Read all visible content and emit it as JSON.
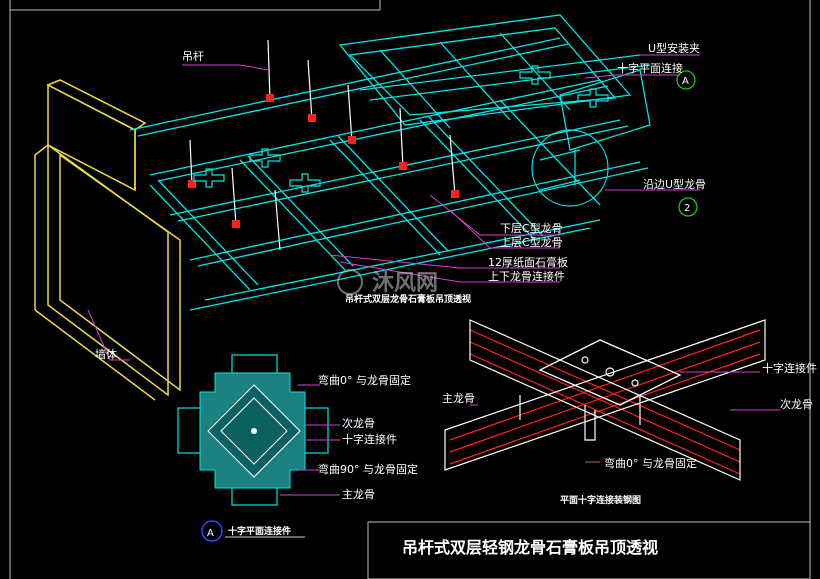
{
  "drawing": {
    "title": "吊杆式双层轻钢龙骨石膏板吊顶透视",
    "main_caption": "吊杆式双层龙骨石膏板吊顶透视",
    "labels": {
      "hanger_rod": "吊杆",
      "u_clip": "U型安装夹",
      "cross_plane_connector": "十字平面连接",
      "edge_u_keel": "沿边U型龙骨",
      "lower_c_keel": "下层C型龙骨",
      "upper_c_keel": "上层C型龙骨",
      "gypsum_board": "12厚纸面石膏板",
      "upper_lower_connector": "上下龙骨连接件",
      "wall": "墙体"
    },
    "detail_a": {
      "marker": "A",
      "caption": "十字平面连接件",
      "bend_top": "弯曲0°  与龙骨固定",
      "secondary_keel": "次龙骨",
      "cross_connector": "十字连接件",
      "bend_bottom": "弯曲90°  与龙骨固定",
      "main_keel": "主龙骨"
    },
    "detail_b": {
      "caption": "平面十字连接装钢图",
      "cross_connector": "十字连接件",
      "secondary_keel": "次龙骨",
      "main_keel": "主龙骨",
      "bend": "弯曲0°  与龙骨固定"
    },
    "markers": {
      "top_right": "A",
      "right_mid": "2"
    },
    "watermark": "沐风网"
  },
  "colors": {
    "background": "#000000",
    "keel": "#00e5e5",
    "wall": "#e8d84a",
    "leader": "#d63fd6",
    "red": "#ff2020",
    "white": "#ffffff",
    "green": "#20c020"
  }
}
